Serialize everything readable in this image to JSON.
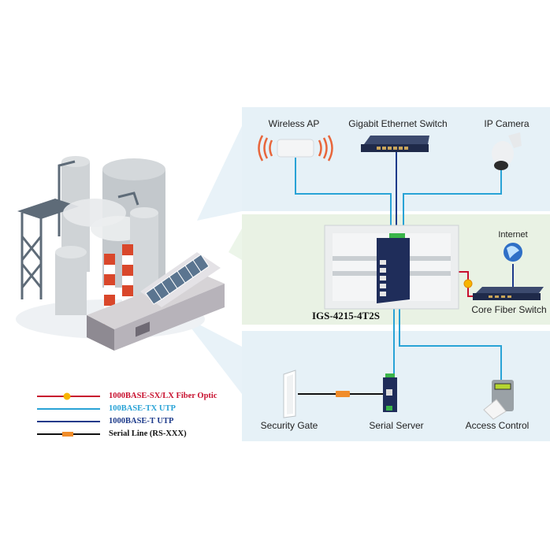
{
  "panels": {
    "top": {
      "devices": [
        {
          "id": "wireless-ap",
          "label": "Wireless AP"
        },
        {
          "id": "gigabit-switch",
          "label": "Gigabit Ethernet Switch"
        },
        {
          "id": "ip-camera",
          "label": "IP Camera"
        }
      ]
    },
    "middle": {
      "main_device": {
        "label": "IGS-4215-4T2S"
      },
      "internet": {
        "label": "Internet"
      },
      "core_switch": {
        "label": "Core Fiber Switch"
      }
    },
    "bottom": {
      "devices": [
        {
          "id": "security-gate",
          "label": "Security Gate"
        },
        {
          "id": "serial-server",
          "label": "Serial Server"
        },
        {
          "id": "access-control",
          "label": "Access Control"
        }
      ]
    }
  },
  "legend": [
    {
      "label": "1000BASE-SX/LX Fiber Optic",
      "color": "#c8102e",
      "marker": "fiber-dot"
    },
    {
      "label": "100BASE-TX UTP",
      "color": "#29a3d6",
      "marker": "none"
    },
    {
      "label": "1000BASE-T UTP",
      "color": "#1d3a8a",
      "marker": "none"
    },
    {
      "label": "Serial Line (RS-XXX)",
      "color": "#111111",
      "marker": "serial-tag"
    }
  ],
  "colors": {
    "fiber": "#c8102e",
    "utp100": "#29a3d6",
    "utp1000": "#1d3a8a",
    "serial": "#111111",
    "panel_blue": "#e6f1f7",
    "panel_green": "#e9f2e4"
  }
}
